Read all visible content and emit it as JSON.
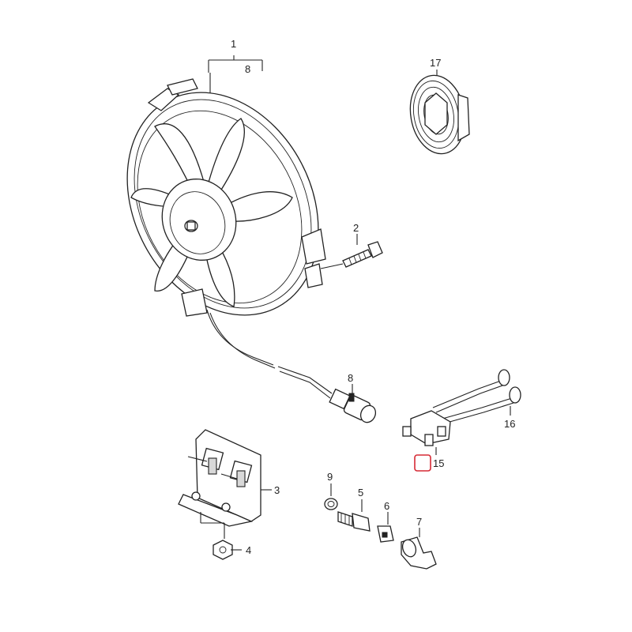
{
  "labels": {
    "l1": "1",
    "l8a": "8",
    "l17": "17",
    "l2": "2",
    "l8b": "8",
    "l16": "16",
    "l15": "15",
    "l3": "3",
    "l4": "4",
    "l9": "9",
    "l5": "5",
    "l6": "6",
    "l7": "7"
  },
  "colors": {
    "highlight": "#d62a35",
    "ink": "#222222",
    "background": "#ffffff"
  }
}
